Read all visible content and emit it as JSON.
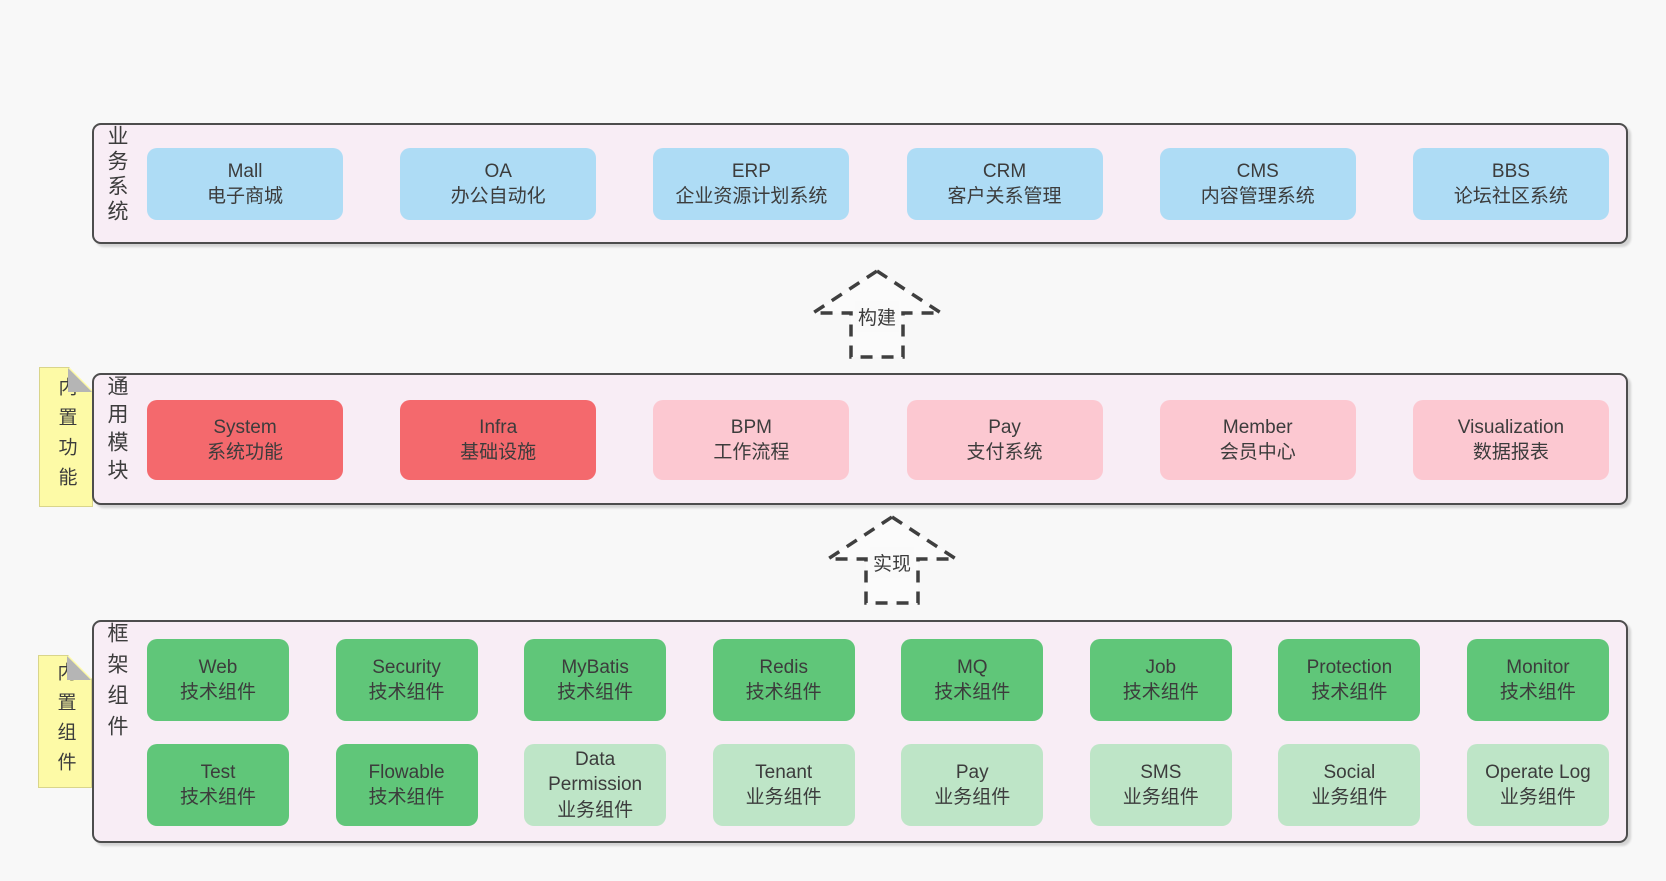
{
  "colors": {
    "bg": "#f8f8f8",
    "panel": "#f8edf5",
    "border": "#4d4d4d",
    "text": "#3c3c3c",
    "blue": "#aedcf5",
    "red": "#f4696d",
    "pink": "#fcc8d1",
    "green": "#60c679",
    "greenlight": "#bee5c7",
    "note": "#fdfaa6",
    "fold": "#b5b5b5",
    "dash": "#3f3f3f",
    "arrowfill": "#fbfbfb"
  },
  "layers": {
    "business": {
      "label": "业务系统",
      "boxes": [
        {
          "name": "Mall",
          "desc": "电子商城",
          "variant": "blue"
        },
        {
          "name": "OA",
          "desc": "办公自动化",
          "variant": "blue"
        },
        {
          "name": "ERP",
          "desc": "企业资源计划系统",
          "variant": "blue"
        },
        {
          "name": "CRM",
          "desc": "客户关系管理",
          "variant": "blue"
        },
        {
          "name": "CMS",
          "desc": "内容管理系统",
          "variant": "blue"
        },
        {
          "name": "BBS",
          "desc": "论坛社区系统",
          "variant": "blue"
        }
      ]
    },
    "modules": {
      "label": "通用模块",
      "tag": "内置功能",
      "boxes": [
        {
          "name": "System",
          "desc": "系统功能",
          "variant": "red"
        },
        {
          "name": "Infra",
          "desc": "基础设施",
          "variant": "red"
        },
        {
          "name": "BPM",
          "desc": "工作流程",
          "variant": "pink"
        },
        {
          "name": "Pay",
          "desc": "支付系统",
          "variant": "pink"
        },
        {
          "name": "Member",
          "desc": "会员中心",
          "variant": "pink"
        },
        {
          "name": "Visualization",
          "desc": "数据报表",
          "variant": "pink"
        }
      ]
    },
    "components": {
      "label": "框架组件",
      "tag": "内置组件",
      "row1": [
        {
          "name": "Web",
          "desc": "技术组件",
          "variant": "green"
        },
        {
          "name": "Security",
          "desc": "技术组件",
          "variant": "green"
        },
        {
          "name": "MyBatis",
          "desc": "技术组件",
          "variant": "green"
        },
        {
          "name": "Redis",
          "desc": "技术组件",
          "variant": "green"
        },
        {
          "name": "MQ",
          "desc": "技术组件",
          "variant": "green"
        },
        {
          "name": "Job",
          "desc": "技术组件",
          "variant": "green"
        },
        {
          "name": "Protection",
          "desc": "技术组件",
          "variant": "green"
        },
        {
          "name": "Monitor",
          "desc": "技术组件",
          "variant": "green"
        }
      ],
      "row2": [
        {
          "name": "Test",
          "desc": "技术组件",
          "variant": "green"
        },
        {
          "name": "Flowable",
          "desc": "技术组件",
          "variant": "green"
        },
        {
          "name": "Data Permission",
          "desc": "业务组件",
          "variant": "greenlight"
        },
        {
          "name": "Tenant",
          "desc": "业务组件",
          "variant": "greenlight"
        },
        {
          "name": "Pay",
          "desc": "业务组件",
          "variant": "greenlight"
        },
        {
          "name": "SMS",
          "desc": "业务组件",
          "variant": "greenlight"
        },
        {
          "name": "Social",
          "desc": "业务组件",
          "variant": "greenlight"
        },
        {
          "name": "Operate Log",
          "desc": "业务组件",
          "variant": "greenlight"
        }
      ]
    }
  },
  "arrows": {
    "build": {
      "label": "构建"
    },
    "implement": {
      "label": "实现"
    }
  }
}
